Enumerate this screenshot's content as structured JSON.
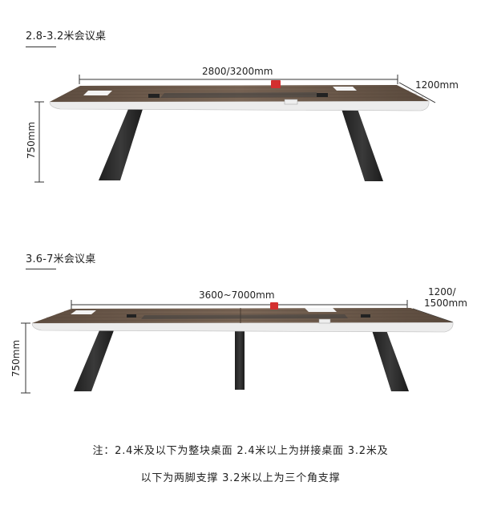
{
  "section1": {
    "title": "2.8-3.2米会议桌",
    "length_label": "2800/3200mm",
    "width_label": "1200mm",
    "height_label": "750mm"
  },
  "section2": {
    "title": "3.6-7米会议桌",
    "length_label": "3600~7000mm",
    "width_label_line1": "1200/",
    "width_label_line2": "1500mm",
    "height_label": "750mm"
  },
  "note": {
    "line1": "注：2.4米及以下为整块桌面 2.4米以上为拼接桌面 3.2米及",
    "line2": "以下为两脚支撑 3.2米以上为三个角支撑"
  },
  "colors": {
    "wood": "#6b5a4a",
    "wood_dark": "#4a3d33",
    "edge": "#e9e9e9",
    "leg": "#2b2b2b",
    "accent_red": "#d32f2f"
  }
}
